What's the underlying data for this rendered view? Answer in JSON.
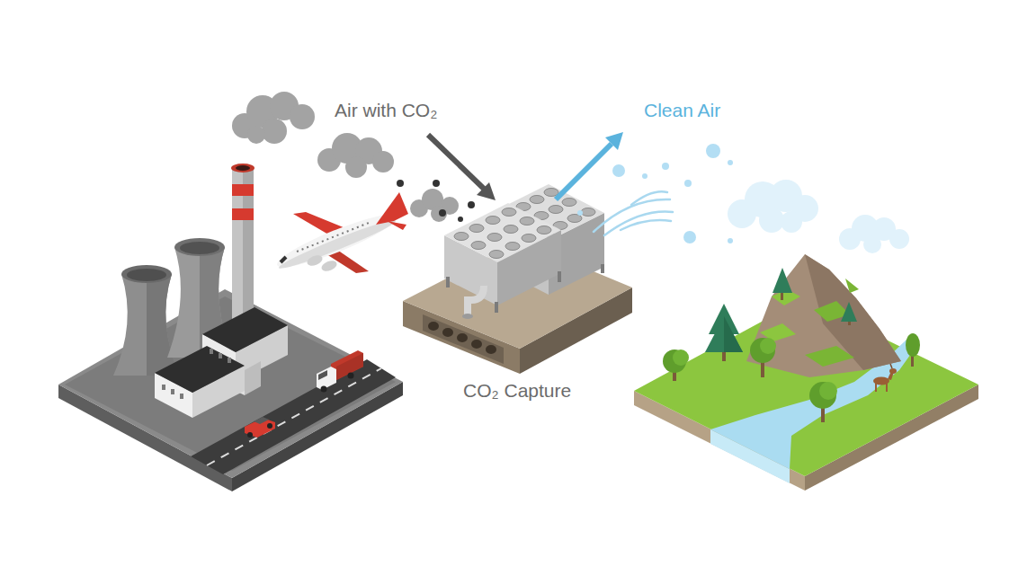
{
  "diagram": {
    "labels": [
      "Air with CO₂",
      "Clean Air",
      "CO₂ Capture"
    ]
  }
}
